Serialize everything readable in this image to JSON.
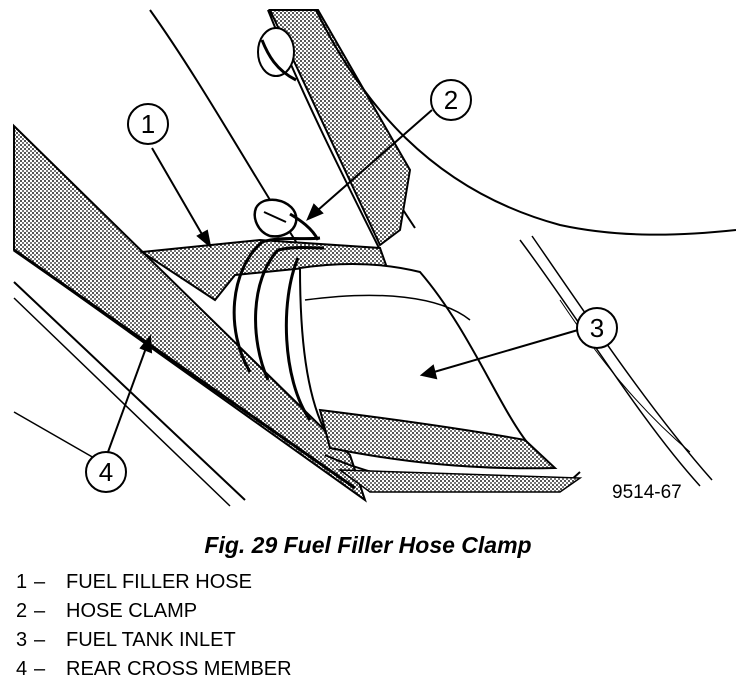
{
  "callouts": {
    "c1": "1",
    "c2": "2",
    "c3": "3",
    "c4": "4"
  },
  "figure_id": "9514-67",
  "caption": "Fig. 29 Fuel Filler Hose Clamp",
  "legend": [
    {
      "number": "1",
      "dash": "–",
      "label": "FUEL FILLER HOSE"
    },
    {
      "number": "2",
      "dash": "–",
      "label": "HOSE CLAMP"
    },
    {
      "number": "3",
      "dash": "–",
      "label": "FUEL TANK INLET"
    },
    {
      "number": "4",
      "dash": "–",
      "label": "REAR CROSS MEMBER"
    }
  ],
  "colors": {
    "ink": "#000000",
    "shading": "#8a8a8a",
    "paper": "#ffffff"
  }
}
